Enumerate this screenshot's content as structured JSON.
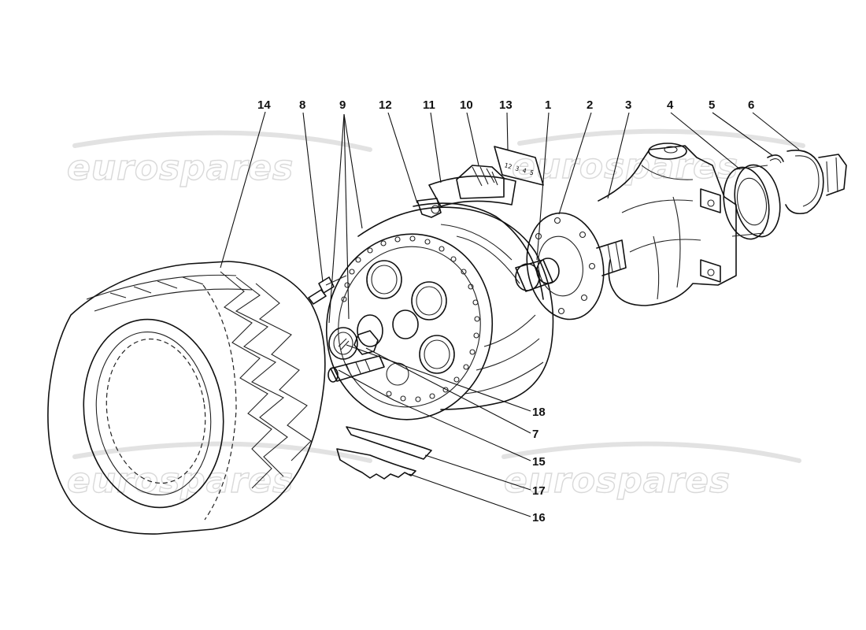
{
  "watermark": {
    "text_upper": "eurospares",
    "text_lower_left": "eurospares",
    "text_lower_right": "eurospares"
  },
  "parts": [
    {
      "id": "p1",
      "label": "1"
    },
    {
      "id": "p2",
      "label": "2"
    },
    {
      "id": "p3",
      "label": "3"
    },
    {
      "id": "p4",
      "label": "4"
    },
    {
      "id": "p5",
      "label": "5"
    },
    {
      "id": "p6",
      "label": "6"
    },
    {
      "id": "p7",
      "label": "7"
    },
    {
      "id": "p8",
      "label": "8"
    },
    {
      "id": "p9",
      "label": "9"
    },
    {
      "id": "p10",
      "label": "10"
    },
    {
      "id": "p11",
      "label": "11"
    },
    {
      "id": "p12",
      "label": "12"
    },
    {
      "id": "p13",
      "label": "13"
    },
    {
      "id": "p14",
      "label": "14"
    },
    {
      "id": "p15",
      "label": "15"
    },
    {
      "id": "p16",
      "label": "16"
    },
    {
      "id": "p17",
      "label": "17"
    },
    {
      "id": "p18",
      "label": "18"
    }
  ],
  "balance_weight_marking": "12 3 4 5"
}
